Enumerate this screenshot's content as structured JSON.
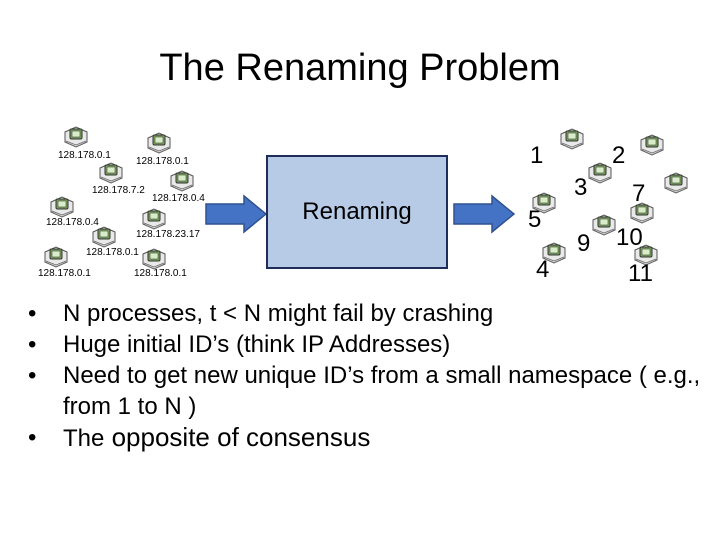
{
  "title": "The Renaming Problem",
  "left_nodes": [
    {
      "label": "128.178.0.1"
    },
    {
      "label": "128.178.0.1"
    },
    {
      "label": "128.178.7.2"
    },
    {
      "label": "128.178.0.4"
    },
    {
      "label": "128.178.0.4"
    },
    {
      "label": "128.178.23.17"
    },
    {
      "label": "128.178.0.1"
    },
    {
      "label": "128.178.0.1"
    },
    {
      "label": "128.178.0.1"
    }
  ],
  "process_box": {
    "label": "Renaming"
  },
  "right_nodes": [
    {
      "label": "1"
    },
    {
      "label": "2"
    },
    {
      "label": "3"
    },
    {
      "label": "7"
    },
    {
      "label": "5"
    },
    {
      "label": "9"
    },
    {
      "label": "10"
    },
    {
      "label": "4"
    },
    {
      "label": "11"
    }
  ],
  "bullets": [
    "N processes, t < N might fail by crashing",
    "Huge initial ID’s (think IP Addresses)",
    "Need to get new unique ID’s from a small namespace ( e.g., from 1 to N )"
  ],
  "last_bullet": {
    "first": "The",
    "rest": " opposite of consensus"
  },
  "bullet_char": "•",
  "colors": {
    "box_fill": "#b7cbe6",
    "box_border": "#1f2d5a",
    "arrow": "#4472c4",
    "computer_green": "#7aa65a"
  }
}
